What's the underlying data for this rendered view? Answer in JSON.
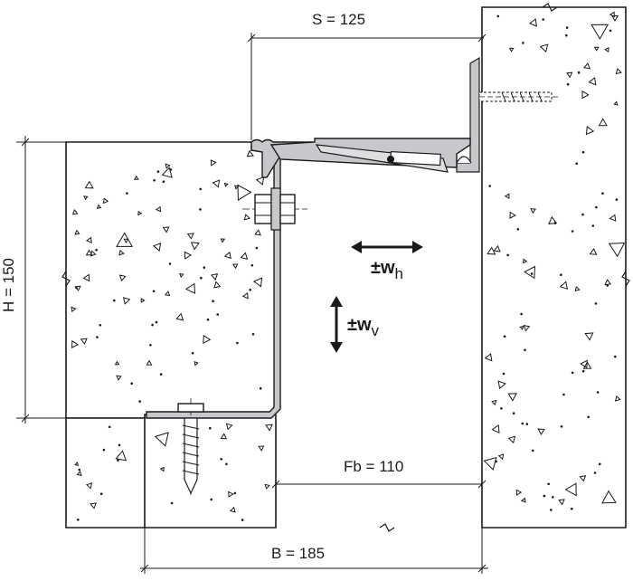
{
  "dimensions": {
    "s": "S = 125",
    "h": "H = 150",
    "fb": "Fb = 110",
    "b": "B = 185"
  },
  "movement": {
    "horizontal_symbol": "±w",
    "horizontal_sub": "h",
    "vertical_symbol": "±w",
    "vertical_sub": "v"
  },
  "colors": {
    "line": "#1a1a1a",
    "profile": "#c6c8cb",
    "profile_dark": "#9a9ca0",
    "concrete": "#ffffff"
  }
}
